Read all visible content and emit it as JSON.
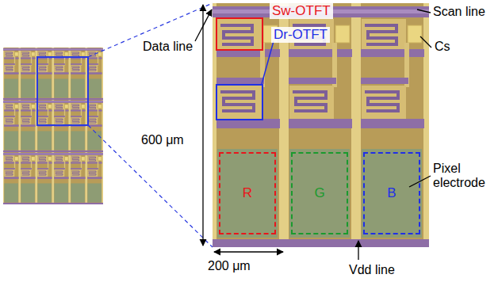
{
  "diagram": {
    "nodes": [
      {
        "text": [
          "Sw-OTFT"
        ]
      },
      {
        "text": [
          "Dr-OTFT"
        ]
      },
      {
        "text": [
          "R"
        ]
      },
      {
        "text": [
          "G"
        ]
      },
      {
        "text": [
          "B"
        ]
      }
    ],
    "labels": [
      "Data line",
      "Scan line",
      "Cs",
      "600 μm",
      "Pixel electrode",
      "200 μm",
      "Vdd line"
    ]
  }
}
